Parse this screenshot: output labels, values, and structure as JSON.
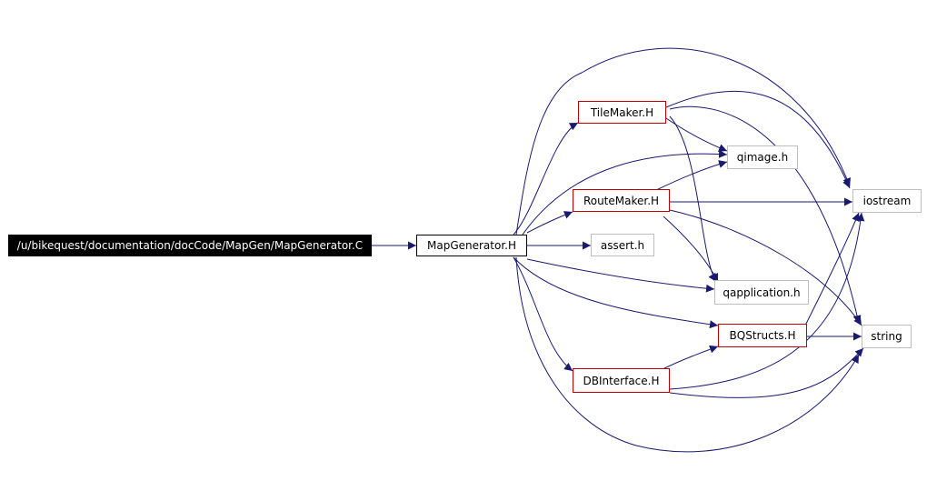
{
  "colors": {
    "edge": "#191970",
    "root_fill": "#000000",
    "main_border": "#000000",
    "red_border": "#c00000",
    "grey_border": "#bfbfbf"
  },
  "nodes": {
    "root": "/u/bikequest/documentation/docCode/MapGen/MapGenerator.C",
    "mapgenerator": "MapGenerator.H",
    "tilemaker": "TileMaker.H",
    "routemaker": "RouteMaker.H",
    "dbinterface": "DBInterface.H",
    "bqstructs": "BQStructs.H",
    "qimage": "qimage.h",
    "assert": "assert.h",
    "qapplication": "qapplication.h",
    "iostream": "iostream",
    "string": "string"
  }
}
